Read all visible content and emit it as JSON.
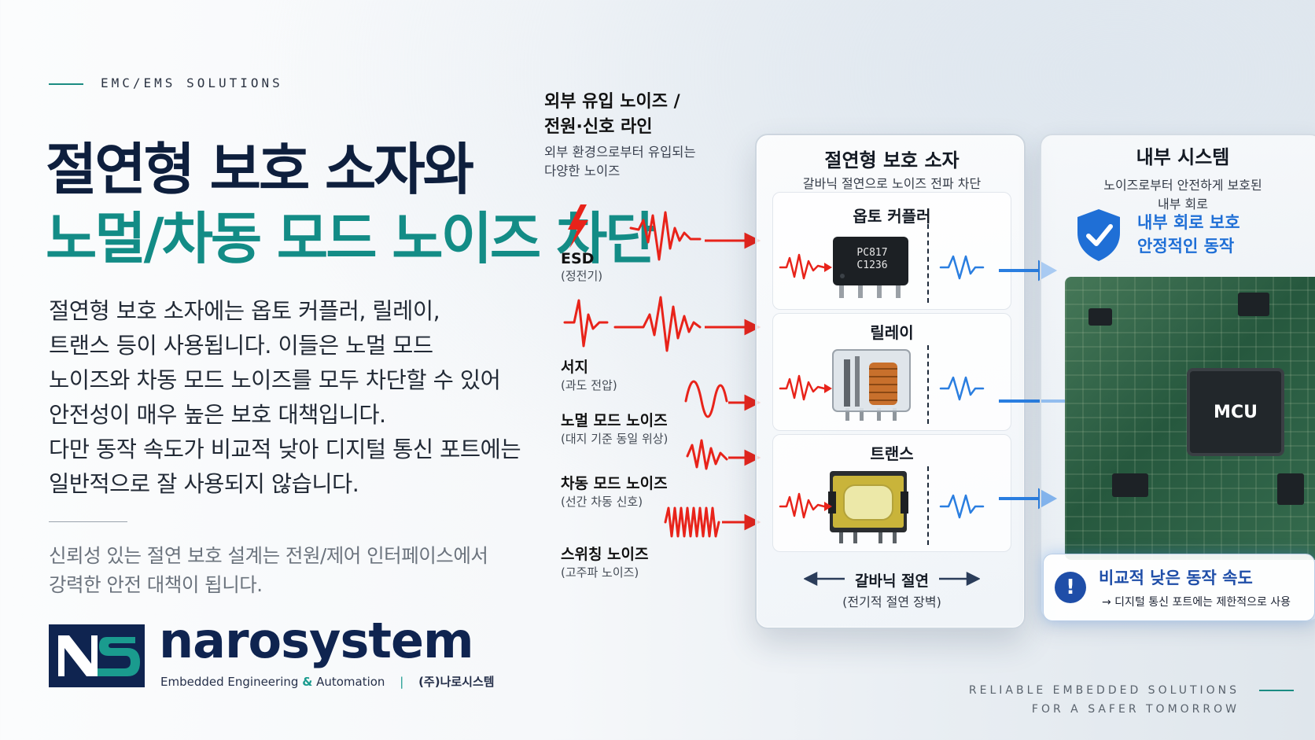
{
  "eyebrow": "EMC/EMS SOLUTIONS",
  "headline": {
    "line1": "절연형 보호 소자와",
    "line2": "노멀/차동 모드 노이즈 차단"
  },
  "body": [
    "절연형 보호 소자에는 옵토 커플러, 릴레이,",
    "트랜스 등이 사용됩니다. 이들은 노멀 모드",
    "노이즈와 차동 모드 노이즈를 모두 차단할 수 있어",
    "안전성이 매우 높은 보호 대책입니다.",
    "다만 동작 속도가 비교적 낮아 디지털 통신 포트에는",
    "일반적으로 잘 사용되지 않습니다."
  ],
  "note": [
    "신뢰성 있는 절연 보호 설계는 전원/제어 인터페이스에서",
    "강력한 안전 대책이 됩니다."
  ],
  "logo": {
    "name": "narosystem",
    "tag_part1": "Embedded Engineering",
    "tag_amp": "&",
    "tag_part2": "Automation",
    "tag_sep": "|",
    "tag_korean": "(주)나로시스템"
  },
  "external": {
    "title_line1": "외부 유입 노이즈 /",
    "title_line2": "전원·신호 라인",
    "sub_line1": "외부 환경으로부터 유입되는",
    "sub_line2": "다양한 노이즈"
  },
  "noises": [
    {
      "label": "ESD",
      "sub": "(정전기)"
    },
    {
      "label": "서지",
      "sub": "(과도 전압)"
    },
    {
      "label": "노멀 모드 노이즈",
      "sub": "(대지 기준 동일 위상)"
    },
    {
      "label": "차동 모드 노이즈",
      "sub": "(선간 차동 신호)"
    },
    {
      "label": "스위칭 노이즈",
      "sub": "(고주파 노이즈)"
    }
  ],
  "isolation_panel": {
    "title": "절연형 보호 소자",
    "subtitle": "갈바닉 절연으로 노이즈 전파 차단",
    "components": [
      {
        "name": "옵토 커플러",
        "marking_line1": "PC817",
        "marking_line2": "C1236"
      },
      {
        "name": "릴레이"
      },
      {
        "name": "트랜스"
      }
    ],
    "galvanic_label": "갈바닉 절연",
    "galvanic_sub": "(전기적 절연 장벽)"
  },
  "system_panel": {
    "title": "내부 시스템",
    "subtitle_line1": "노이즈로부터 안전하게 보호된",
    "subtitle_line2": "내부 회로",
    "protect_line1": "내부 회로 보호",
    "protect_line2": "안정적인 동작",
    "mcu_label": "MCU",
    "warning_title": "비교적 낮은 동작 속도",
    "warning_sub": "→ 디지털 통신 포트에는 제한적으로 사용"
  },
  "footer": {
    "line1": "RELIABLE EMBEDDED SOLUTIONS",
    "line2": "FOR A SAFER TOMORROW"
  },
  "colors": {
    "navy": "#0f2450",
    "teal": "#138c86",
    "noise_red": "#e8231a",
    "clean_blue": "#2a7ee0"
  }
}
